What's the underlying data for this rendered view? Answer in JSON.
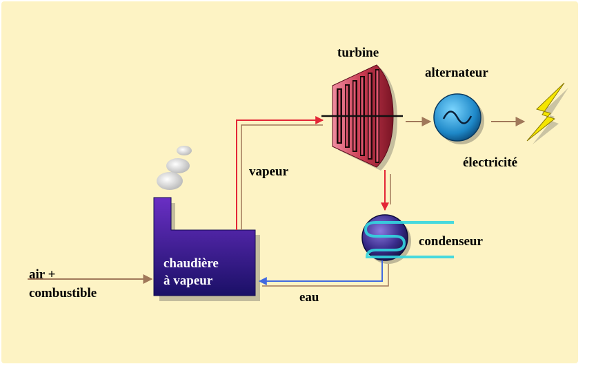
{
  "colors": {
    "background": "#fdf3c4",
    "steam_line": "#e32636",
    "water_line": "#4169e1",
    "flow_line": "#a0785a",
    "boiler_top": "#6a2fc4",
    "boiler_bottom": "#1a1066",
    "turbine": "#c83a50",
    "condenser": "#3a2c8c",
    "condenser_coil": "#33d6e0",
    "lightning": "#f5e600"
  },
  "labels": {
    "turbine": "turbine",
    "alternator": "alternateur",
    "electricity": "électricité",
    "steam": "vapeur",
    "condenser": "condenseur",
    "water": "eau",
    "input_line1": "air +",
    "input_line2": "combustible",
    "boiler_line1": "chaudière",
    "boiler_line2": "à vapeur"
  },
  "icons": {
    "boiler": "factory-boiler-icon",
    "smoke": "smoke-icon",
    "turbine": "turbine-icon",
    "alternator": "alternator-sine-icon",
    "lightning": "lightning-bolt-icon",
    "condenser": "condenser-coil-icon"
  }
}
